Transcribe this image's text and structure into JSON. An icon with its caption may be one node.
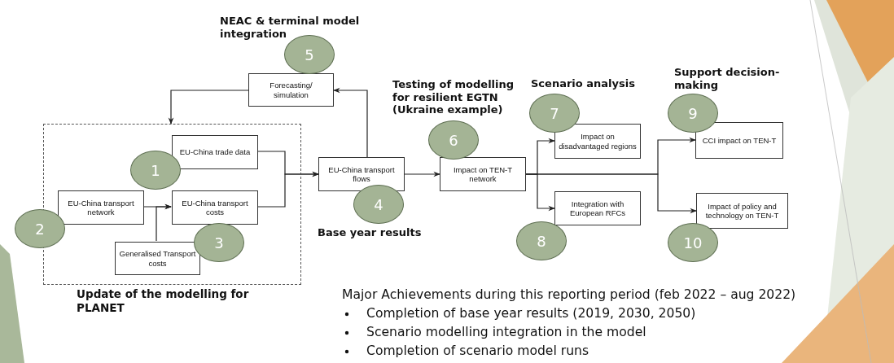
{
  "diagram": {
    "nodes": [
      {
        "text": [
          "Update of the modelling for PLANET"
        ]
      },
      {
        "text": [
          "EU-China trade data"
        ],
        "in": 0
      },
      {
        "text": [
          "EU-China transport network"
        ],
        "in": 0
      },
      {
        "text": [
          "EU-China transport costs"
        ],
        "in": 0
      },
      {
        "text": [
          "Generalised Transport costs"
        ],
        "in": 0
      },
      {
        "text": [
          "EU-China transport flows"
        ]
      },
      {
        "text": [
          "Forecasting/ simulation"
        ]
      },
      {
        "text": [
          "Impact on TEN-T network"
        ]
      },
      {
        "text": [
          "Impact on disadvantaged regions"
        ]
      },
      {
        "text": [
          "Integration with European RFCs"
        ]
      },
      {
        "text": [
          "CCI impact on TEN-T"
        ]
      },
      {
        "text": [
          "Impact of policy and technology on TEN-T"
        ]
      },
      {
        "text": [
          "1"
        ],
        "in": 0
      },
      {
        "text": [
          "2"
        ]
      },
      {
        "text": [
          "3"
        ],
        "in": 0
      },
      {
        "text": [
          "4"
        ]
      },
      {
        "text": [
          "5"
        ]
      },
      {
        "text": [
          "6"
        ]
      },
      {
        "text": [
          "7"
        ]
      },
      {
        "text": [
          "8"
        ]
      },
      {
        "text": [
          "9"
        ]
      },
      {
        "text": [
          "10"
        ]
      }
    ],
    "edges": [
      {
        "from": 1,
        "to": 5,
        "arrow": "to"
      },
      {
        "from": 3,
        "to": 5,
        "arrow": "to"
      },
      {
        "from": 2,
        "to": 3,
        "arrow": "to"
      },
      {
        "from": 4,
        "to": 3,
        "arrow": "to"
      },
      {
        "from": 5,
        "to": 6,
        "arrow": "to"
      },
      {
        "from": 6,
        "to": 0,
        "arrow": "to"
      },
      {
        "from": 5,
        "to": 7,
        "arrow": "to"
      },
      {
        "from": 7,
        "to": 8,
        "arrow": "to"
      },
      {
        "from": 7,
        "to": 9,
        "arrow": "to"
      },
      {
        "from": 7,
        "to": 10,
        "arrow": "to"
      },
      {
        "from": 7,
        "to": 11,
        "arrow": "to"
      }
    ],
    "labels": [
      "NEAC & terminal model integration",
      "Testing of modelling for resilient EGTN (Ukraine example)",
      "Scenario analysis",
      "Support decision-making",
      "Base year results",
      "Major Achievements during this reporting period (feb 2022 – aug 2022)",
      "Completion of base year results (2019, 2030, 2050)",
      "Scenario modelling integration in the model",
      "Completion of scenario model runs"
    ]
  }
}
